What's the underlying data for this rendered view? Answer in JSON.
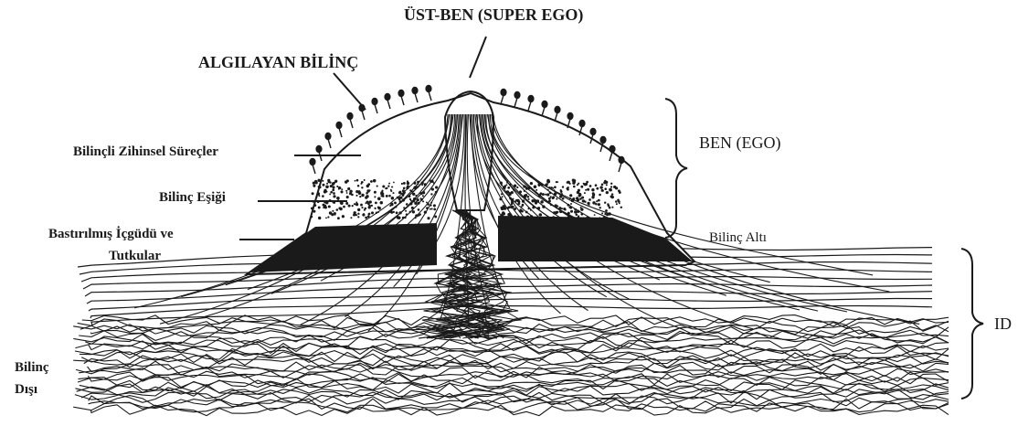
{
  "labels": {
    "super_ego": "ÜST-BEN (SUPER EGO)",
    "perceiving_consciousness": "ALGILAYAN BİLİNÇ",
    "conscious_mental_processes": "Bilinçli Zihinsel Süreçler",
    "threshold_of_consciousness": "Bilinç Eşiği",
    "repressed_line1": "Bastırılmış İçgüdü ve",
    "repressed_line2": "Tutkular",
    "ego": "BEN (EGO)",
    "subconscious": "Bilinç Altı",
    "id": "ID",
    "unconscious_line1": "Bilinç",
    "unconscious_line2": "Dışı"
  },
  "colors": {
    "ink": "#1a1a1a",
    "background": "#ffffff"
  }
}
